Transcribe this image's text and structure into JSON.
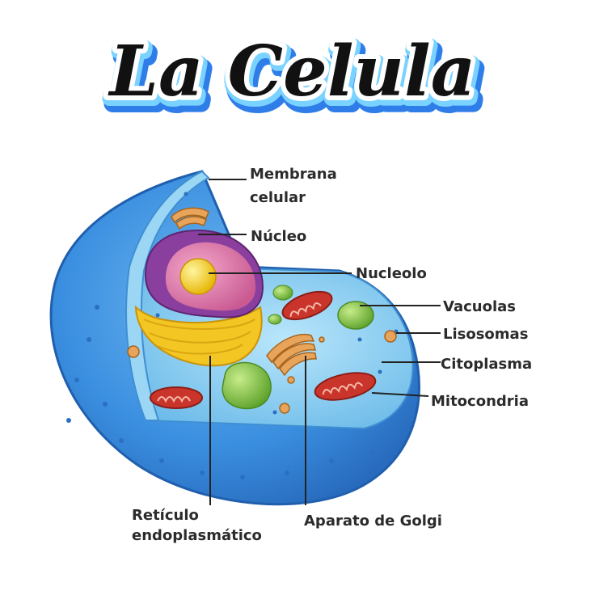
{
  "title": "La Celula",
  "labels": {
    "membrana_line1": "Membrana",
    "membrana_line2": "celular",
    "nucleo": "Núcleo",
    "nucleolo": "Nucleolo",
    "vacuolas": "Vacuolas",
    "lisosomas": "Lisosomas",
    "citoplasma": "Citoplasma",
    "mitocondria": "Mitocondria",
    "reticulo_line1": "Retículo",
    "reticulo_line2": "endoplasmático",
    "golgi": "Aparato de Golgi"
  },
  "colors": {
    "title_fill": "#111111",
    "title_outline": "#ffffff",
    "title_shadow": "#2f7de8",
    "title_shadow_light": "#79d2ff",
    "cell_blue": "#3b8fe0",
    "cytoplasm_light": "#8fd0f2",
    "nucleus_purple": "#8a3f9e",
    "nucleus_pink": "#e07aa8",
    "nucleolus_yellow": "#f6d21c",
    "reticulum_yellow": "#f3c623",
    "vacuole_green": "#7fc241",
    "mitochondria_red": "#c9352b",
    "golgi_orange": "#e8a45a",
    "label_text": "#2b2b2b"
  }
}
